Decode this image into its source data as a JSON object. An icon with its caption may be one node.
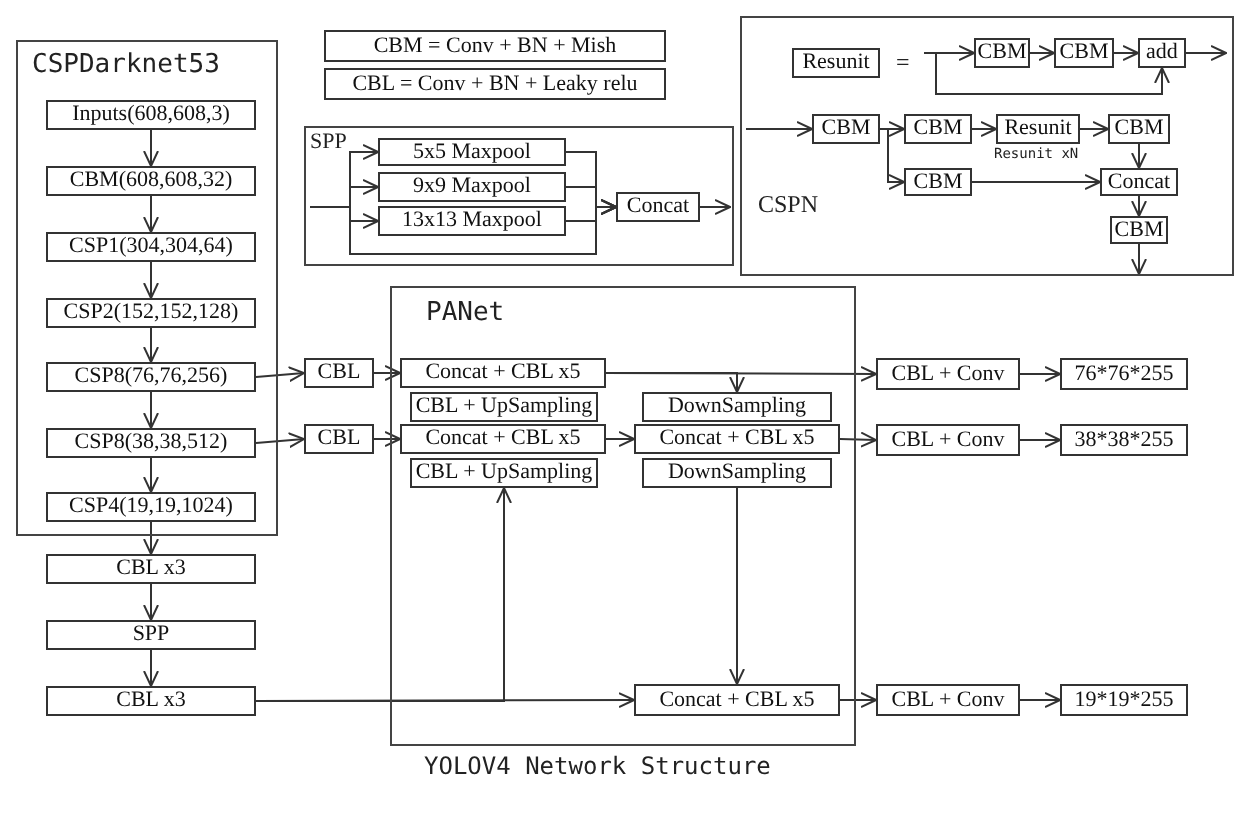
{
  "diagram": {
    "caption": "YOLOV4 Network Structure",
    "nodes": [
      {
        "text": [
          "CSPDarknet53"
        ]
      },
      {
        "text": [
          "Inputs(608,608,3)"
        ],
        "in": 0
      },
      {
        "text": [
          "CBM(608,608,32)"
        ],
        "in": 0
      },
      {
        "text": [
          "CSP1(304,304,64)"
        ],
        "in": 0
      },
      {
        "text": [
          "CSP2(152,152,128)"
        ],
        "in": 0
      },
      {
        "text": [
          "CSP8(76,76,256)"
        ],
        "in": 0
      },
      {
        "text": [
          "CSP8(38,38,512)"
        ],
        "in": 0
      },
      {
        "text": [
          "CSP4(19,19,1024)"
        ],
        "in": 0
      },
      {
        "text": [
          "CBL  x3"
        ]
      },
      {
        "text": [
          "SPP"
        ]
      },
      {
        "text": [
          "CBL  x3"
        ]
      },
      {
        "text": [
          "CBM = Conv + BN + Mish"
        ]
      },
      {
        "text": [
          "CBL = Conv + BN + Leaky relu"
        ]
      },
      {
        "text": [
          "SPP"
        ]
      },
      {
        "text": [
          "5x5 Maxpool"
        ],
        "in": 13
      },
      {
        "text": [
          "9x9 Maxpool"
        ],
        "in": 13
      },
      {
        "text": [
          "13x13 Maxpool"
        ],
        "in": 13
      },
      {
        "text": [
          "Concat"
        ],
        "in": 13
      },
      {
        "text": [
          "CSPN"
        ]
      },
      {
        "text": [
          "Resunit"
        ],
        "in": 18
      },
      {
        "text": [
          "CBM"
        ],
        "in": 18
      },
      {
        "text": [
          "CBM"
        ],
        "in": 18
      },
      {
        "text": [
          "add"
        ],
        "in": 18
      },
      {
        "text": [
          "CBM"
        ],
        "in": 18
      },
      {
        "text": [
          "CBM"
        ],
        "in": 18
      },
      {
        "text": [
          "Resunit"
        ],
        "in": 18
      },
      {
        "text": [
          "CBM"
        ],
        "in": 18
      },
      {
        "text": [
          "CBM"
        ],
        "in": 18
      },
      {
        "text": [
          "Concat"
        ],
        "in": 18
      },
      {
        "text": [
          "CBM"
        ],
        "in": 18
      },
      {
        "text": [
          "CBL"
        ]
      },
      {
        "text": [
          "CBL"
        ]
      },
      {
        "text": [
          "PANet"
        ]
      },
      {
        "text": [
          "Concat + CBL x5"
        ],
        "in": 32
      },
      {
        "text": [
          "CBL + UpSampling"
        ],
        "in": 32
      },
      {
        "text": [
          "DownSampling"
        ],
        "in": 32
      },
      {
        "text": [
          "Concat + CBL x5"
        ],
        "in": 32
      },
      {
        "text": [
          "Concat + CBL x5"
        ],
        "in": 32
      },
      {
        "text": [
          "CBL + UpSampling"
        ],
        "in": 32
      },
      {
        "text": [
          "DownSampling"
        ],
        "in": 32
      },
      {
        "text": [
          "Concat + CBL x5"
        ],
        "in": 32
      },
      {
        "text": [
          "CBL + Conv"
        ]
      },
      {
        "text": [
          "76*76*255"
        ]
      },
      {
        "text": [
          "CBL + Conv"
        ]
      },
      {
        "text": [
          "38*38*255"
        ]
      },
      {
        "text": [
          "CBL + Conv"
        ]
      },
      {
        "text": [
          "19*19*255"
        ]
      }
    ],
    "edges": [
      {
        "from": 1,
        "to": 2,
        "arrow": "to"
      },
      {
        "from": 2,
        "to": 3,
        "arrow": "to"
      },
      {
        "from": 3,
        "to": 4,
        "arrow": "to"
      },
      {
        "from": 4,
        "to": 5,
        "arrow": "to"
      },
      {
        "from": 5,
        "to": 6,
        "arrow": "to"
      },
      {
        "from": 6,
        "to": 7,
        "arrow": "to"
      },
      {
        "from": 7,
        "to": 8,
        "arrow": "to"
      },
      {
        "from": 8,
        "to": 9,
        "arrow": "to"
      },
      {
        "from": 9,
        "to": 10,
        "arrow": "to"
      },
      {
        "from": 5,
        "to": 30,
        "arrow": "to"
      },
      {
        "from": 6,
        "to": 31,
        "arrow": "to"
      },
      {
        "from": 30,
        "to": 33,
        "arrow": "to"
      },
      {
        "from": 31,
        "to": 36,
        "arrow": "to"
      },
      {
        "from": null,
        "to": 14,
        "arrow": "to"
      },
      {
        "from": null,
        "to": 15,
        "arrow": "to"
      },
      {
        "from": null,
        "to": 16,
        "arrow": "to"
      },
      {
        "from": null,
        "to": 17,
        "arrow": "to"
      },
      {
        "from": 14,
        "to": 17,
        "arrow": "to"
      },
      {
        "from": 15,
        "to": 17,
        "arrow": "to"
      },
      {
        "from": 16,
        "to": 17,
        "arrow": "to"
      },
      {
        "from": 17,
        "to": null,
        "arrow": "to"
      },
      {
        "from": null,
        "to": 20,
        "arrow": "to"
      },
      {
        "from": null,
        "to": 22,
        "arrow": "to"
      },
      {
        "from": 20,
        "to": 21,
        "arrow": "to"
      },
      {
        "from": 21,
        "to": 22,
        "arrow": "to"
      },
      {
        "from": 22,
        "to": null,
        "arrow": "to"
      },
      {
        "from": null,
        "to": 23,
        "arrow": "to"
      },
      {
        "from": 23,
        "to": 24,
        "arrow": "to"
      },
      {
        "from": 23,
        "to": 27,
        "arrow": "to"
      },
      {
        "from": 24,
        "to": 25,
        "arrow": "to"
      },
      {
        "from": 25,
        "to": 26,
        "arrow": "to"
      },
      {
        "from": 26,
        "to": 28,
        "arrow": "to"
      },
      {
        "from": 27,
        "to": 28,
        "arrow": "to"
      },
      {
        "from": 28,
        "to": 29,
        "arrow": "to"
      },
      {
        "from": 29,
        "to": null,
        "arrow": "to"
      },
      {
        "from": 33,
        "to": 41,
        "arrow": "to"
      },
      {
        "from": 33,
        "to": 35,
        "arrow": "to"
      },
      {
        "from": 36,
        "to": 37,
        "arrow": "to"
      },
      {
        "from": 37,
        "to": 43,
        "arrow": "to"
      },
      {
        "from": 39,
        "to": 40,
        "arrow": "to"
      },
      {
        "from": 10,
        "to": 38,
        "arrow": "to"
      },
      {
        "from": 10,
        "to": 40,
        "arrow": "to"
      },
      {
        "from": 41,
        "to": 42,
        "arrow": "to"
      },
      {
        "from": 43,
        "to": 44,
        "arrow": "to"
      },
      {
        "from": 40,
        "to": 45,
        "arrow": "to"
      },
      {
        "from": 45,
        "to": 46,
        "arrow": "to"
      }
    ],
    "labels": [
      "=",
      "Resunit xN"
    ]
  }
}
